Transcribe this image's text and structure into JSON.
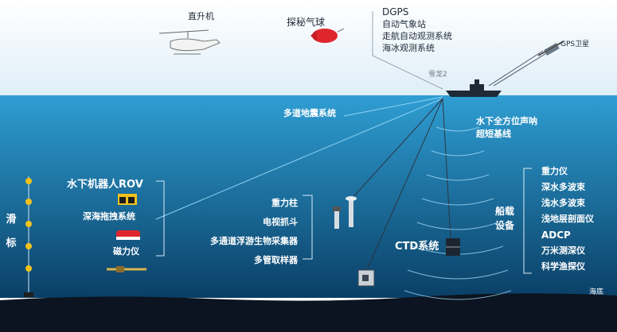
{
  "air": {
    "helicopter_label": "直升机",
    "balloon_label": "探秘气球",
    "ship_name": "雪龙2",
    "gps_label": "GPS卫星",
    "ship_systems": [
      "DGPS",
      "自动气象站",
      "走航自动观测系统",
      "海冰观测系统"
    ]
  },
  "sea": {
    "seismic_label": "多道地震系统",
    "acoustic_label": [
      "水下全方位声呐",
      "超短基线"
    ],
    "rov_group": [
      "水下机器人ROV",
      "深海拖拽系统",
      "磁力仪"
    ],
    "sampler_group": [
      "重力柱",
      "电视抓斗",
      "多通道浮游生物采集器",
      "多管取样器"
    ],
    "ctd_label": "CTD系统",
    "onboard_group_title": [
      "船载",
      "设备"
    ],
    "onboard_items": [
      "重力仪",
      "深水多波束",
      "浅水多波束",
      "浅地层剖面仪",
      "ADCP",
      "万米测深仪",
      "科学渔探仪"
    ],
    "glider_label": [
      "滑",
      "标"
    ],
    "seafloor_label": "海底"
  },
  "colors": {
    "sky_top": "#ffffff",
    "sky_bottom": "#dfeef8",
    "sea_top": "#2f9ed3",
    "sea_bottom": "#0a3f66",
    "seafloor": "#0b1420",
    "accent_red": "#e0262d"
  }
}
